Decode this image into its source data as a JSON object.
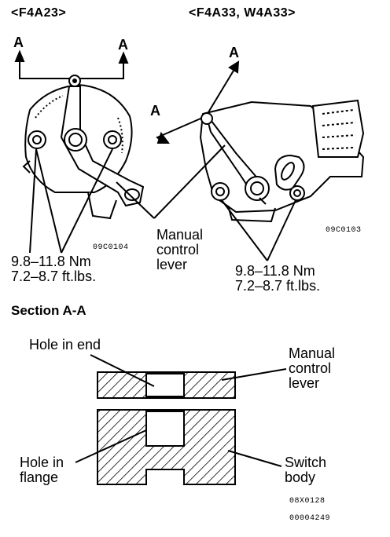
{
  "left": {
    "header": "<F4A23>",
    "arrow_left": "A",
    "arrow_right": "A",
    "code": "09C0104",
    "torque_line1": "9.8–11.8 Nm",
    "torque_line2": "7.2–8.7 ft.lbs."
  },
  "right": {
    "header": "<F4A33,  W4A33>",
    "arrow_top": "A",
    "arrow_left": "A",
    "code": "09C0103",
    "torque_line1": "9.8–11.8 Nm",
    "torque_line2": "7.2–8.7 ft.lbs."
  },
  "middle": {
    "manual_line1": "Manual",
    "manual_line2": "control",
    "manual_line3": "lever"
  },
  "section": {
    "title": "Section  A-A",
    "hole_in_end": "Hole in end",
    "manual_line1": "Manual",
    "manual_line2": "control",
    "manual_line3": "lever",
    "hole_flange_line1": "Hole in",
    "hole_flange_line2": "flange",
    "switch_line1": "Switch",
    "switch_line2": "body",
    "code1": "08X0128",
    "code2": "00004249"
  }
}
